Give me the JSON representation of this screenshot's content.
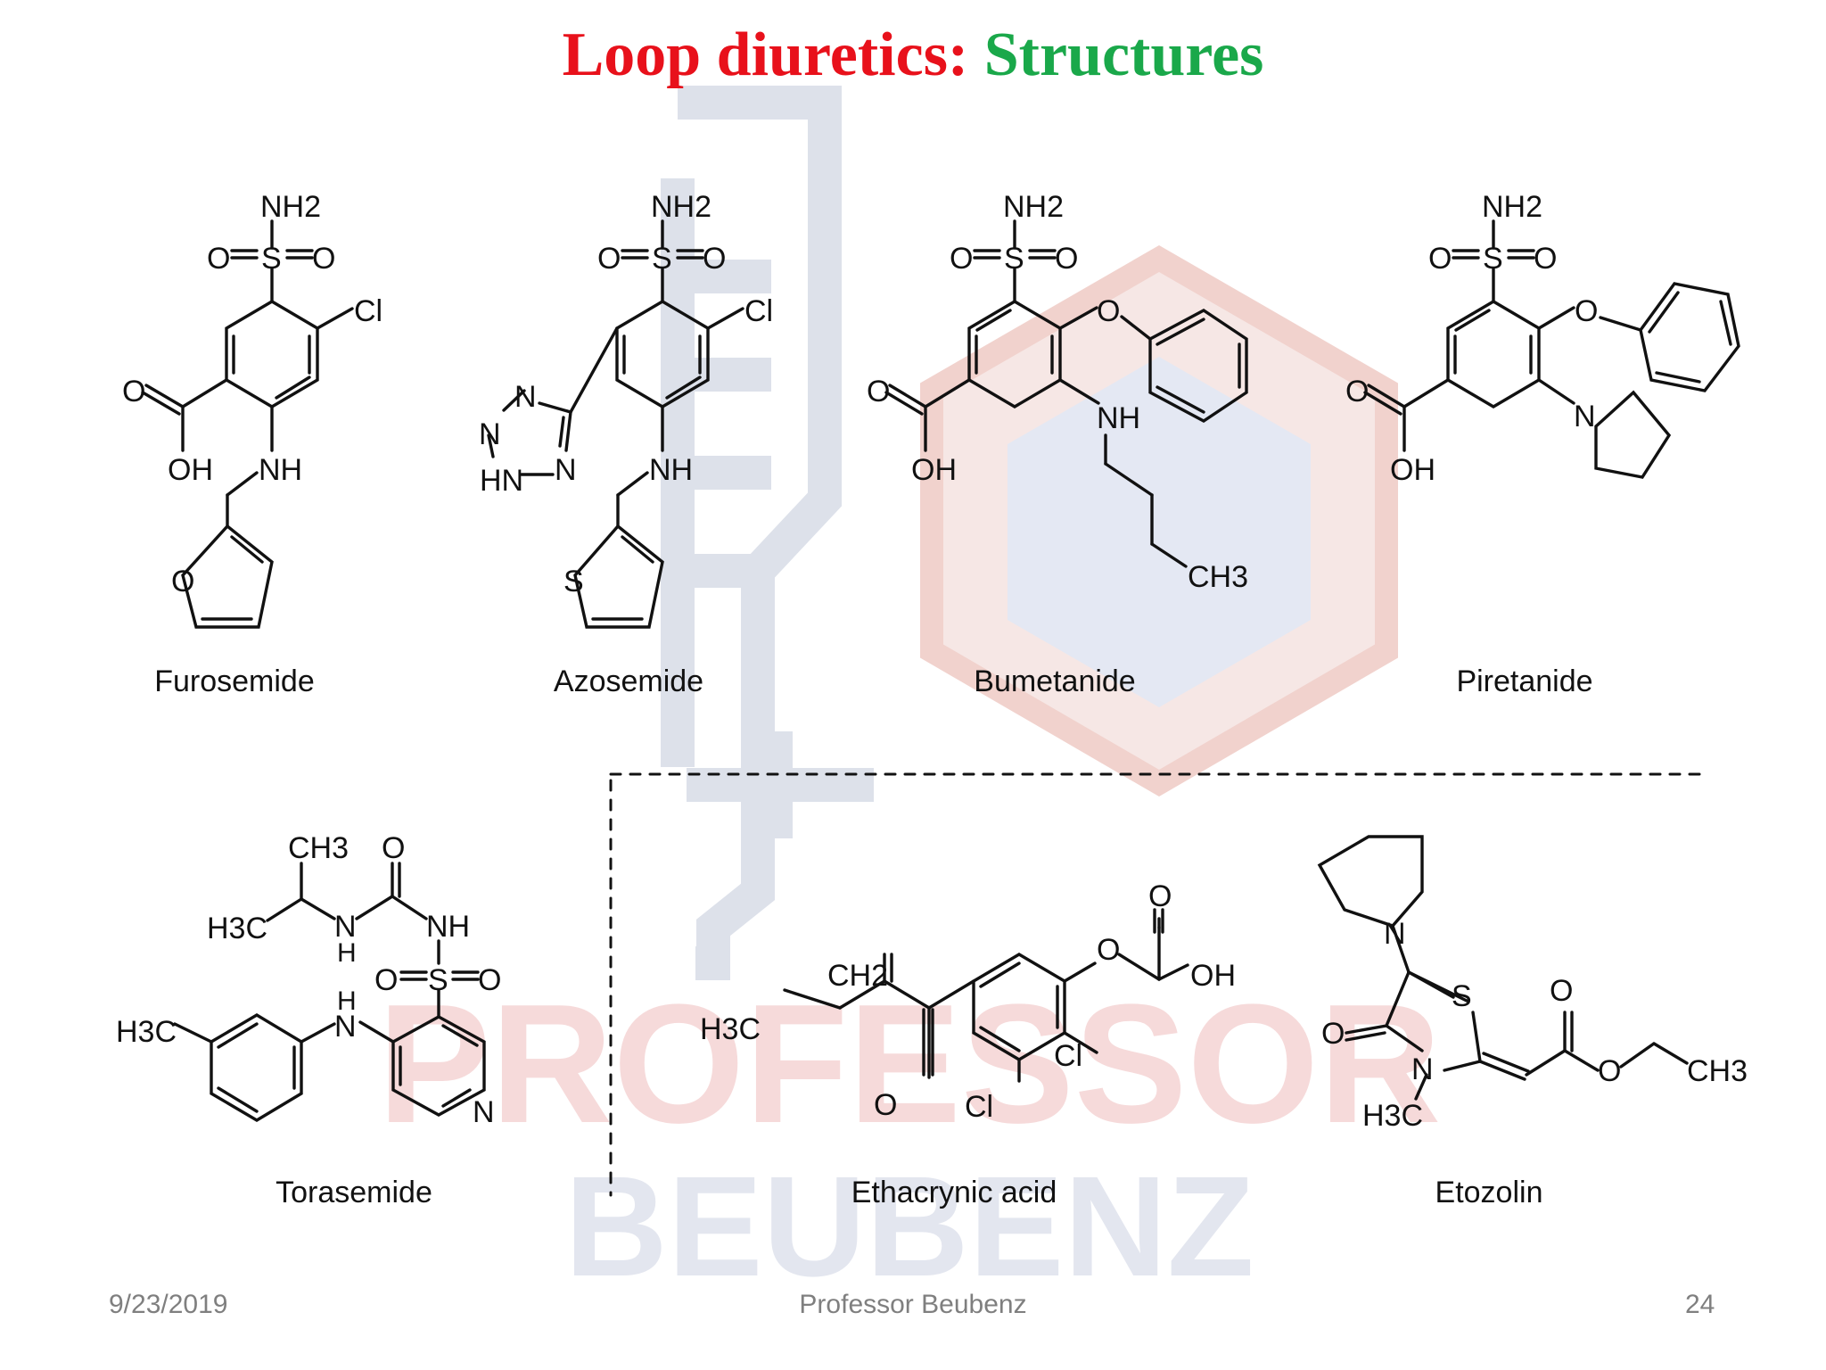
{
  "title": {
    "part1": "Loop diuretics:",
    "part2": "Structures",
    "color1": "#e8111b",
    "color2": "#1aa84a"
  },
  "watermark": {
    "line1": "PROFESSOR",
    "line2": "BEUBENZ"
  },
  "footer": {
    "date": "9/23/2019",
    "author": "Professor Beubenz",
    "page": "24"
  },
  "compounds": {
    "furosemide": {
      "name": "Furosemide",
      "atoms": {
        "nh2": "NH2",
        "s": "S",
        "o1": "O",
        "o2": "O",
        "cl": "Cl",
        "o_carbonyl": "O",
        "oh": "OH",
        "nh": "NH",
        "o_ring": "O"
      }
    },
    "azosemide": {
      "name": "Azosemide",
      "atoms": {
        "nh2": "NH2",
        "s": "S",
        "o1": "O",
        "o2": "O",
        "cl": "Cl",
        "n1": "N",
        "n2": "N",
        "n3": "N",
        "hn": "HN",
        "nh": "NH",
        "s_ring": "S"
      }
    },
    "bumetanide": {
      "name": "Bumetanide",
      "atoms": {
        "nh2": "NH2",
        "s": "S",
        "o1": "O",
        "o2": "O",
        "o_ether": "O",
        "o_carbonyl": "O",
        "oh": "OH",
        "nh": "NH",
        "ch3": "CH3"
      }
    },
    "piretanide": {
      "name": "Piretanide",
      "atoms": {
        "nh2": "NH2",
        "s": "S",
        "o1": "O",
        "o2": "O",
        "o_ether": "O",
        "o_carbonyl": "O",
        "oh": "OH",
        "n": "N"
      }
    },
    "torasemide": {
      "name": "Torasemide",
      "atoms": {
        "ch3_top": "CH3",
        "h3c_iso": "H3C",
        "o_urea": "O",
        "n_urea": "N",
        "h_urea": "H",
        "nh": "NH",
        "s": "S",
        "o1": "O",
        "o2": "O",
        "h_amine": "H",
        "n_amine": "N",
        "h3c_tol": "H3C",
        "n_pyr": "N"
      }
    },
    "ethacrynic_acid": {
      "name": "Ethacrynic acid",
      "atoms": {
        "ch2": "CH2",
        "h3c": "H3C",
        "o_ketone": "O",
        "cl1": "Cl",
        "cl2": "Cl",
        "o_ether": "O",
        "o_acid": "O",
        "oh": "OH"
      }
    },
    "etozolin": {
      "name": "Etozolin",
      "atoms": {
        "n_pip": "N",
        "s": "S",
        "o_ring": "O",
        "n_ring": "N",
        "h3c": "H3C",
        "o_ester1": "O",
        "o_ester2": "O",
        "ch3": "CH3"
      }
    }
  }
}
